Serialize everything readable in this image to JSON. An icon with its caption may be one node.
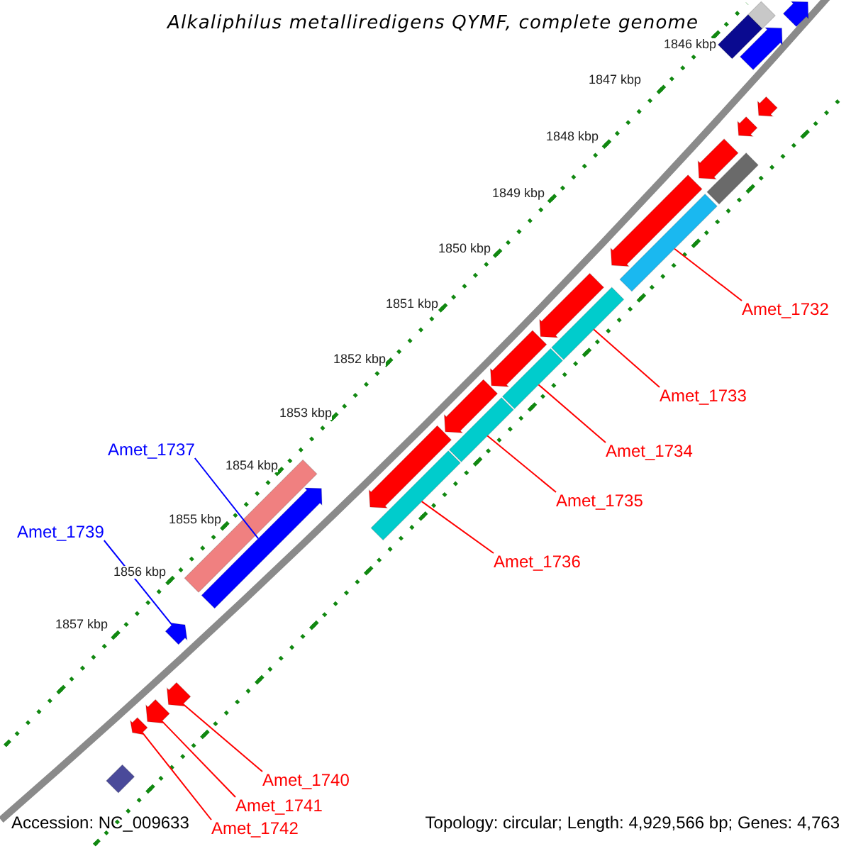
{
  "diagram": {
    "title": "Alkaliphilus metalliredigens QYMF, complete genome",
    "nodes": [
      {
        "text": [
          "Amet_1732"
        ]
      },
      {
        "text": [],
        "shape": "bar"
      },
      {
        "text": [
          "Amet_1733"
        ]
      },
      {
        "text": [],
        "shape": "bar"
      },
      {
        "text": [
          "Amet_1734"
        ]
      },
      {
        "text": [],
        "shape": "bar"
      },
      {
        "text": [
          "Amet_1735"
        ]
      },
      {
        "text": [],
        "shape": "bar"
      },
      {
        "text": [
          "Amet_1736"
        ]
      },
      {
        "text": [],
        "shape": "bar"
      },
      {
        "text": [
          "Amet_1737"
        ]
      },
      {
        "text": [],
        "shape": "arrow"
      },
      {
        "text": [
          "Amet_1739"
        ]
      },
      {
        "text": [],
        "shape": "arrow"
      },
      {
        "text": [
          "Amet_1740"
        ]
      },
      {
        "text": [],
        "shape": "arrow"
      },
      {
        "text": [
          "Amet_1741"
        ]
      },
      {
        "text": [],
        "shape": "arrow"
      },
      {
        "text": [
          "Amet_1742"
        ]
      },
      {
        "text": [],
        "shape": "arrow"
      }
    ],
    "edges": [
      {
        "from": 0,
        "to": 1,
        "arrow": "none"
      },
      {
        "from": 2,
        "to": 3,
        "arrow": "none"
      },
      {
        "from": 4,
        "to": 5,
        "arrow": "none"
      },
      {
        "from": 6,
        "to": 7,
        "arrow": "none"
      },
      {
        "from": 8,
        "to": 9,
        "arrow": "none"
      },
      {
        "from": 10,
        "to": 11,
        "arrow": "none",
        "color": "#0000ff"
      },
      {
        "from": 12,
        "to": 13,
        "arrow": "none",
        "color": "#0000ff"
      },
      {
        "from": 14,
        "to": 15,
        "arrow": "none"
      },
      {
        "from": 16,
        "to": 17,
        "arrow": "none"
      },
      {
        "from": 18,
        "to": 19,
        "arrow": "none"
      }
    ],
    "labels": [
      "1846 kbp",
      "1847 kbp",
      "1848 kbp",
      "1849 kbp",
      "1850 kbp",
      "1851 kbp",
      "1852 kbp",
      "1853 kbp",
      "1854 kbp",
      "1855 kbp",
      "1856 kbp",
      "1857 kbp",
      "Accession: NC_009633",
      "Topology: circular; Length: 4,929,566 bp; Genes: 4,763"
    ]
  }
}
